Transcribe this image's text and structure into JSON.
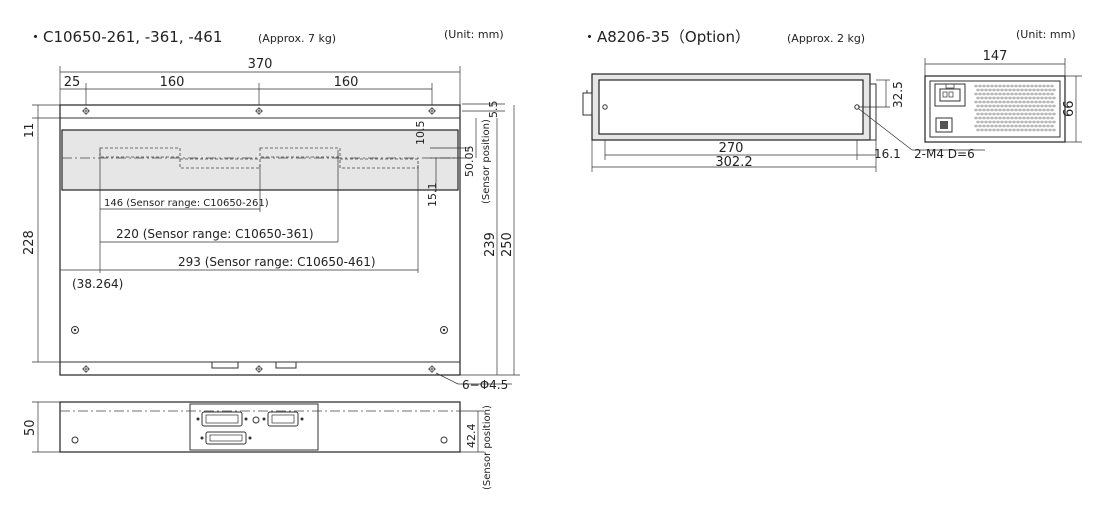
{
  "left": {
    "title": "・C10650-261, -361, -461",
    "weight": "(Approx. 7 kg)",
    "unit": "(Unit: mm)",
    "dims": {
      "overall_width": "370",
      "offset_25": "25",
      "pitch_160_a": "160",
      "pitch_160_b": "160",
      "top_5_5": "5.5",
      "left_11": "11",
      "h_10_5": "10.5",
      "sensor_pos_top": "50.05",
      "sensor_position_label": "(Sensor position)",
      "h_15_1": "15.1",
      "range_261": "146 (Sensor range: C10650-261)",
      "range_361": "220  (Sensor range: C10650-361)",
      "range_461": "293  (Sensor range: C10650-461)",
      "offset_38": "(38.264)",
      "height_228": "228",
      "height_239": "239",
      "height_250": "250",
      "holes": "6−Φ4.5",
      "side_height_50": "50",
      "side_sensor_pos": "42.4",
      "side_sensor_position_label": "(Sensor position)"
    }
  },
  "right": {
    "title": "・A8206-35（Option）",
    "weight": "(Approx. 2 kg)",
    "unit": "(Unit: mm)",
    "dims": {
      "width_147": "147",
      "h_32_5": "32.5",
      "h_66": "66",
      "len_270": "270",
      "len_302_2": "302.2",
      "offset_16_1": "16.1",
      "screw": "2-M4 D=6"
    }
  }
}
